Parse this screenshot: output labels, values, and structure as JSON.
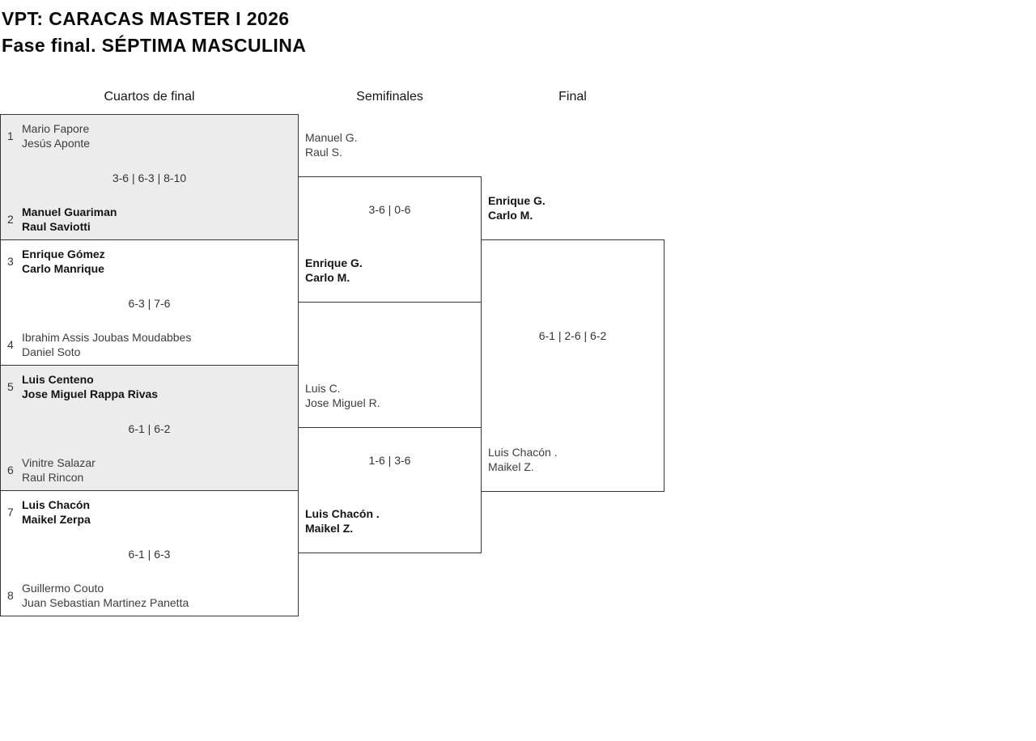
{
  "title": {
    "line1": "VPT: CARACAS MASTER I 2026",
    "line2": "Fase final. SÉPTIMA MASCULINA"
  },
  "rounds": [
    "Cuartos de final",
    "Semifinales",
    "Final"
  ],
  "colors": {
    "alt_match_bg": "#ececec",
    "box_border": "#363636",
    "winner_text": "#141414",
    "player_text": "#3d3d3d",
    "score_text": "#333333"
  },
  "bracket": {
    "quarterfinals": [
      {
        "seed_top": "1",
        "team_top": [
          "Mario Fapore",
          "Jesús Aponte"
        ],
        "top_winner": false,
        "score": "3-6 | 6-3 | 8-10",
        "seed_bottom": "2",
        "team_bottom": [
          "Manuel Guariman",
          "Raul Saviotti"
        ],
        "bottom_winner": true
      },
      {
        "seed_top": "3",
        "team_top": [
          "Enrique Gómez",
          "Carlo Manrique"
        ],
        "top_winner": true,
        "score": "6-3 | 7-6",
        "seed_bottom": "4",
        "team_bottom": [
          "Ibrahim Assis Joubas Moudabbes",
          "Daniel Soto"
        ],
        "bottom_winner": false
      },
      {
        "seed_top": "5",
        "team_top": [
          "Luis Centeno",
          "Jose Miguel Rappa Rivas"
        ],
        "top_winner": true,
        "score": "6-1 | 6-2",
        "seed_bottom": "6",
        "team_bottom": [
          "Vinitre Salazar",
          "Raul Rincon"
        ],
        "bottom_winner": false
      },
      {
        "seed_top": "7",
        "team_top": [
          "Luis Chacón",
          "Maikel Zerpa"
        ],
        "top_winner": true,
        "score": "6-1 | 6-3",
        "seed_bottom": "8",
        "team_bottom": [
          "Guillermo Couto",
          "Juan Sebastian Martinez Panetta"
        ],
        "bottom_winner": false
      }
    ],
    "semifinals": [
      {
        "team_top": [
          "Manuel G.",
          "Raul S."
        ],
        "top_winner": false,
        "score": "3-6 | 0-6",
        "team_bottom": [
          "Enrique G.",
          "Carlo M."
        ],
        "bottom_winner": true
      },
      {
        "team_top": [
          "Luis C.",
          "Jose Miguel R."
        ],
        "top_winner": false,
        "score": "1-6 | 3-6",
        "team_bottom": [
          "Luis Chacón .",
          "Maikel Z."
        ],
        "bottom_winner": true
      }
    ],
    "final": {
      "team_top": [
        "Enrique G.",
        "Carlo M."
      ],
      "top_winner": true,
      "score": "6-1 | 2-6 | 6-2",
      "team_bottom": [
        "Luis Chacón .",
        "Maikel Z."
      ],
      "bottom_winner": false
    }
  }
}
